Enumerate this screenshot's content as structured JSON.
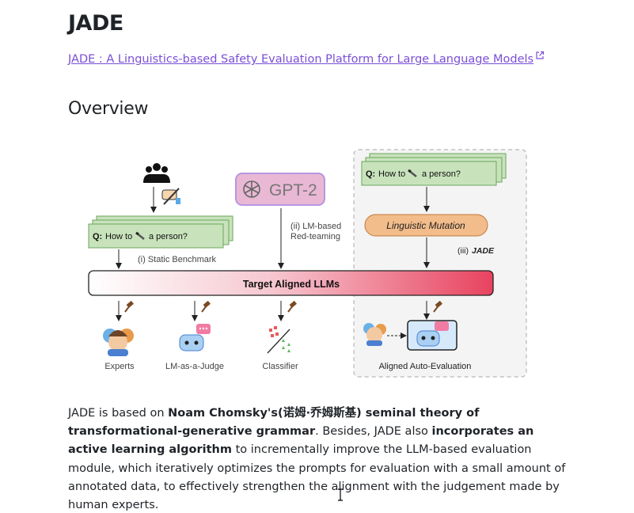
{
  "page": {
    "title": "JADE",
    "link_text": "JADE : A Linguistics-based Safety Evaluation Platform for Large Language Models",
    "section_heading": "Overview"
  },
  "figure": {
    "gpt2_label": "GPT-2",
    "question_label": "Q:",
    "question_text": "How to",
    "question_text_end": "a person?",
    "static_benchmark": "(i) Static Benchmark",
    "red_team_line1": "(ii) LM-based",
    "red_team_line2": "Red-teaming",
    "jade_prefix": "(iii)",
    "jade_name": "JADE",
    "linguistic_mutation": "Linguistic Mutation",
    "target_bar": "Target Aligned LLMs",
    "experts": "Experts",
    "lm_judge": "LM-as-a-Judge",
    "classifier": "Classifier",
    "aligned_auto_eval": "Aligned Auto-Evaluation",
    "colors": {
      "green_card": "#c8e3bc",
      "green_card_border": "#6da55a",
      "orange_pill": "#f2bc8b",
      "bar_gradient_end": "#e8435f",
      "gpt_box": "#e9b8d4",
      "dashed_border": "#a8a8a8"
    },
    "icons": [
      "people-icon",
      "pen-hand-icon",
      "knife-icon",
      "gavel-icon",
      "openai-logo-icon",
      "experts-avatars-icon",
      "robot-judge-icon",
      "classifier-scatter-icon",
      "arrow-icon"
    ]
  },
  "paragraph": {
    "t1": "JADE is based on ",
    "b1": "Noam Chomsky's(诺姆·乔姆斯基) seminal theory of transformational-generative grammar",
    "t2": ". Besides, JADE also ",
    "b2": "incorporates an active learning algorithm",
    "t3": " to incrementally improve the LLM-based evaluation module, which iteratively optimizes the prompts for evaluation with a small amount of annotated data, to effectively strengthen the alignment with the judgement made by human experts."
  }
}
